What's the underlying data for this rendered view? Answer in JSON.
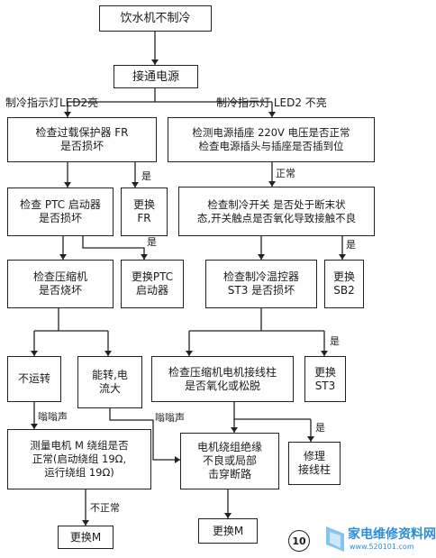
{
  "flowchart": {
    "nodes": {
      "not_cooling": "饮水机不制冷",
      "power_on": "接通电源",
      "check_overload": "检查过载保护器 FR\n是否损坏",
      "check_socket": "检测电源插座 220V 电压是否正常\n检查电源插头与插座是否插到位",
      "check_ptc": "检查 PTC 启动器\n是否损坏",
      "replace_fr": "更换\nFR",
      "check_switch": "检查制冷开关  是否处于断末状\n态,开关触点是否氧化导致接触不良",
      "check_compressor": "检查压缩机\n是否烧坏",
      "replace_ptc": "更换PTC\n启动器",
      "check_thermostat": "检查制冷温控器\nST3 是否损坏",
      "replace_sb2": "更换\nSB2",
      "not_running": "不运转",
      "runs_current": "能转,电\n流大",
      "check_terminal": "检查压缩机电机接线柱\n是否氧化或松脱",
      "replace_st3": "更换\nST3",
      "measure_winding": "测量电机 M 绕组是否\n正常(启动绕组 19Ω,\n运行绕组 19Ω)",
      "insulation_fault": "电机绕组绝缘\n不良或局部\n击穿断路",
      "repair_terminal": "修理\n接线柱",
      "replace_m_left": "更换M",
      "replace_m_mid": "更换M"
    },
    "labels": {
      "led_on": "制冷指示灯LED2亮",
      "led_off": "制冷指示灯 LED2 不亮",
      "yes_fr": "是",
      "yes_ptc": "是",
      "normal": "正常",
      "yes_sb2": "是",
      "yes_st3": "是",
      "hum_left": "嗡嗡声",
      "hum_mid": "嗡嗡声",
      "yes_terminal": "是",
      "abnormal": "不正常"
    },
    "figure_number": "10"
  },
  "watermark": {
    "title": "家电维修资料网",
    "url": "www.520101.com",
    "color": "#2b8fd6"
  }
}
